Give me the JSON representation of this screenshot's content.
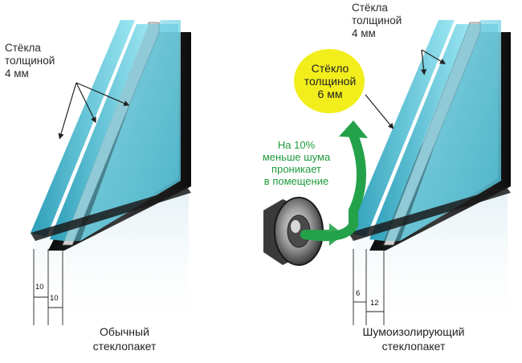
{
  "left_unit": {
    "label_glass": [
      "Стёкла",
      "толщиной",
      "4 мм"
    ],
    "caption": [
      "Обычный",
      "стеклопакет"
    ],
    "gap_1": "10",
    "gap_2": "10"
  },
  "right_unit": {
    "label_glass": [
      "Стёкла",
      "толщиной",
      "4 мм"
    ],
    "label_thick_glass": [
      "Стёкло",
      "толщиной",
      "6 мм"
    ],
    "noise_note": [
      "На 10%",
      "меньше шума",
      "проникает",
      "в помещение"
    ],
    "caption": [
      "Шумоизолирующий",
      "стеклопакет"
    ],
    "gap_1": "6",
    "gap_2": "12"
  },
  "colors": {
    "glass": "#7fd6e6",
    "glass_edge": "#3aa9c2",
    "frame": "#1b1b1b",
    "bubble": "#f2ee1c",
    "arrow": "#23a24a"
  },
  "icons": {
    "speaker": "speaker-icon",
    "arrow": "curved-arrow-icon"
  }
}
